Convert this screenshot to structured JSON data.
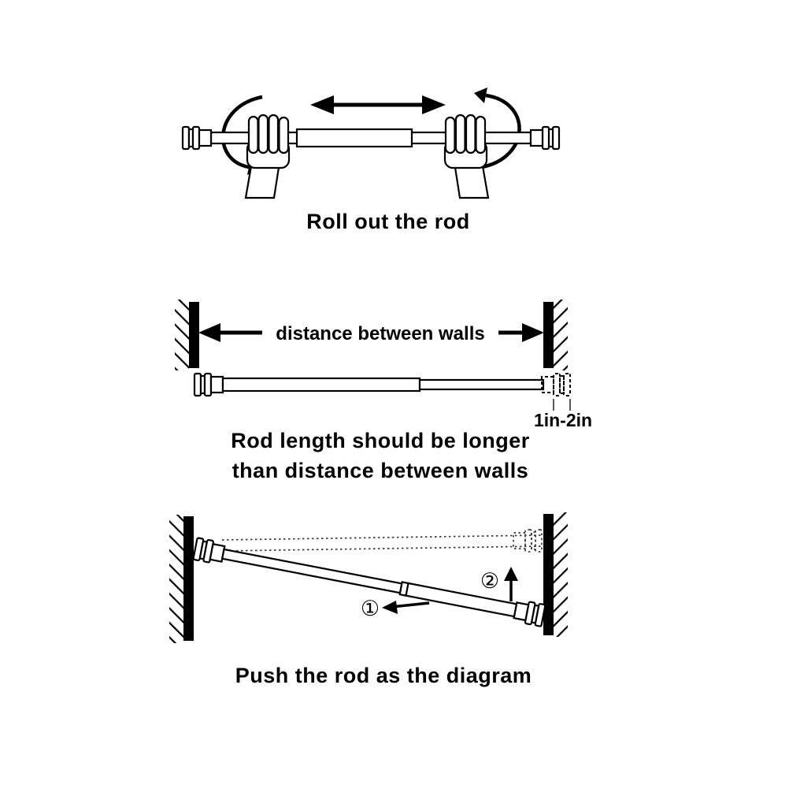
{
  "colors": {
    "ink": "#000000",
    "background": "#ffffff",
    "ghost": "#3a3a3a"
  },
  "panel_roll": {
    "caption": "Roll out the rod"
  },
  "panel_length": {
    "distance_label": "distance between walls",
    "overlap_label": "1in-2in",
    "caption_line1": "Rod length should be longer",
    "caption_line2": "than distance between walls"
  },
  "panel_push": {
    "step1_marker": "①",
    "step2_marker": "②",
    "caption": "Push the rod as the diagram"
  }
}
